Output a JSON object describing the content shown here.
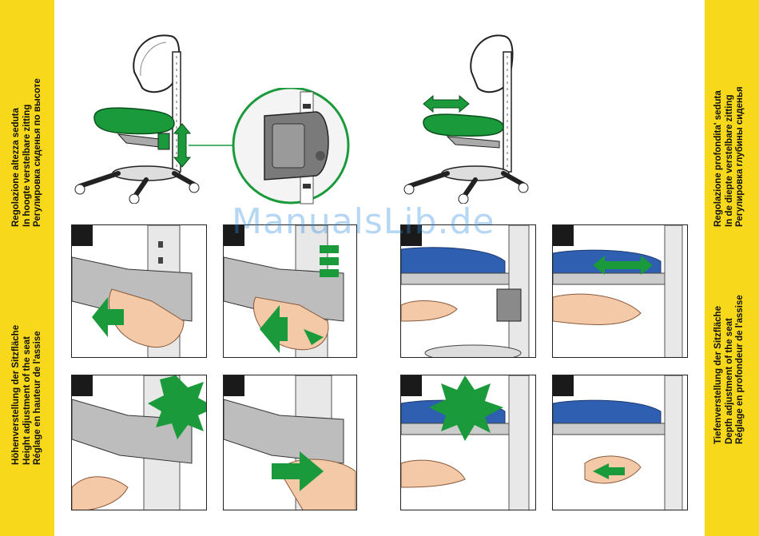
{
  "left_band": {
    "top_lines": [
      "Regolazione altezza seduta",
      "In hoogte verstelbare zitting",
      "Регулировка сиденья по высоте"
    ],
    "bottom_lines": [
      "Höhenverstellung der Sitzfläche",
      "Height adjustment of the seat",
      "Réglage en hauteur de l'assise"
    ]
  },
  "right_band": {
    "top_lines": [
      "Regolazione profondita' seduta",
      "In de diepte verstelbare zitting",
      "Регулировка глубины сиденья"
    ],
    "bottom_lines": [
      "Tiefenverstellung der Sitzfläche",
      "Depth adjustment of the seat",
      "Réglage en profondeur de l'assise"
    ]
  },
  "watermark": "ManualsLib.de",
  "colors": {
    "band": "#f7d81b",
    "seat_green": "#1a9a3a",
    "seat_blue": "#2f5fb0",
    "frame": "#222222"
  },
  "panels": {
    "height": [
      "step-1",
      "step-2",
      "step-3",
      "step-4"
    ],
    "depth": [
      "step-1",
      "step-2",
      "step-3",
      "step-4"
    ]
  }
}
